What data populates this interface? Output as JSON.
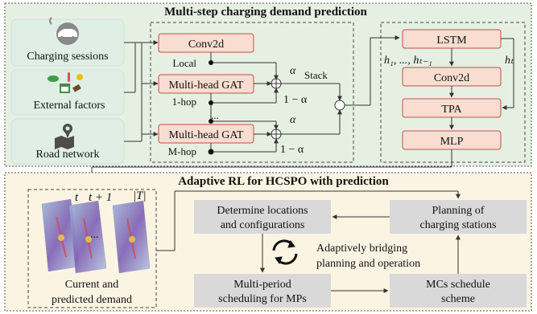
{
  "top_section": {
    "title": "Multi-step charging demand prediction",
    "inputs": [
      "Charging sessions",
      "External factors",
      "Road network"
    ],
    "gnn": {
      "conv": "Conv2d",
      "gat_1": "Multi-head GAT",
      "gat_m": "Multi-head GAT",
      "local": "Local",
      "hop1": "1-hop",
      "hopm": "M-hop",
      "dots": "...",
      "stack": "Stack",
      "alpha": "α",
      "one_minus_alpha": "1 − α"
    },
    "temporal": {
      "lstm": "LSTM",
      "conv": "Conv2d",
      "tpa": "TPA",
      "mlp": "MLP",
      "hidden_states": "h₁, ..., hₜ₋₁",
      "h_t": "hₜ"
    }
  },
  "bottom_section": {
    "title": "Adaptive RL for HCSPO with prediction",
    "demand_labels": [
      "t",
      "t + 1",
      "...",
      "|T|"
    ],
    "demand_caption_1": "Current and",
    "demand_caption_2": "predicted demand",
    "boxes": {
      "determine_1": "Determine locations",
      "determine_2": "and configurations",
      "planning_1": "Planning of",
      "planning_2": "charging stations",
      "multi_1": "Multi-period",
      "multi_2": "scheduling for MPs",
      "mcs_1": "MCs schedule",
      "mcs_2": "scheme"
    },
    "bridge_1": "Adaptively bridging",
    "bridge_2": "planning and operation"
  },
  "colors": {
    "top_bg": "#e6f0e2",
    "bottom_bg": "#fcf4e2",
    "module_fill": "#f8ddd0",
    "module_stroke": "#c0504d",
    "input_fill": "#dfefe6",
    "gray_box": "#d9d9d9",
    "heatmap_bg": "#c9d2e6"
  }
}
